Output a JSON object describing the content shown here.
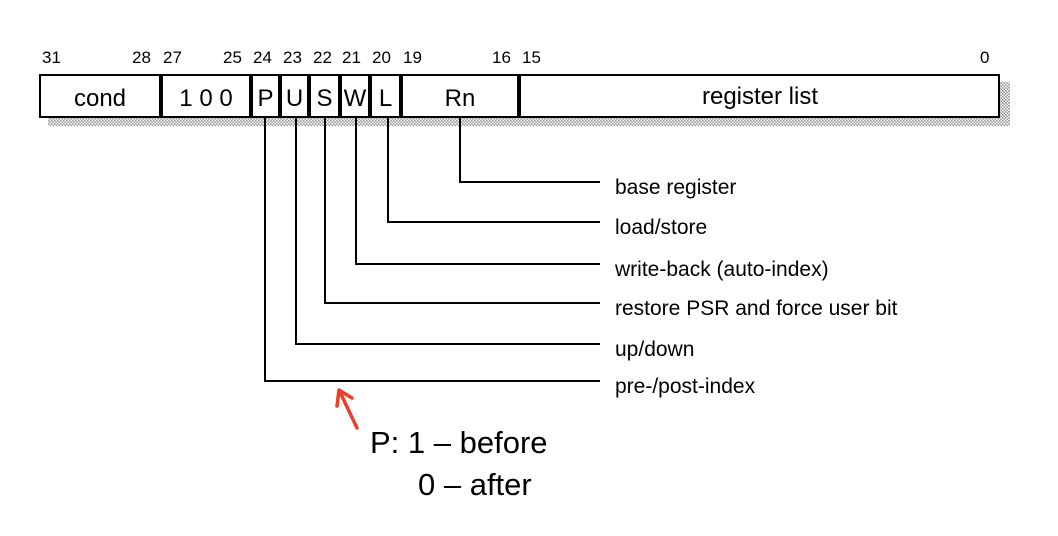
{
  "bit_numbers": {
    "b31": "31",
    "b28": "28",
    "b27": "27",
    "b25": "25",
    "b24": "24",
    "b23": "23",
    "b22": "22",
    "b21": "21",
    "b20": "20",
    "b19": "19",
    "b16": "16",
    "b15": "15",
    "b0": "0"
  },
  "fields": {
    "cond": "cond",
    "fixed": "1 0 0",
    "p": "P",
    "u": "U",
    "s": "S",
    "w": "W",
    "l": "L",
    "rn": "Rn",
    "reglist": "register list"
  },
  "labels": {
    "rn": "base register",
    "l": "load/store",
    "w": "write-back (auto-index)",
    "s": "restore PSR and force user bit",
    "u": "up/down",
    "p": "pre-/post-index"
  },
  "note": {
    "line1": "P: 1 – before",
    "line2": "0 – after"
  },
  "colors": {
    "arrow": "#e8402a",
    "line": "#000000",
    "shadow": "#c8c8c8"
  }
}
